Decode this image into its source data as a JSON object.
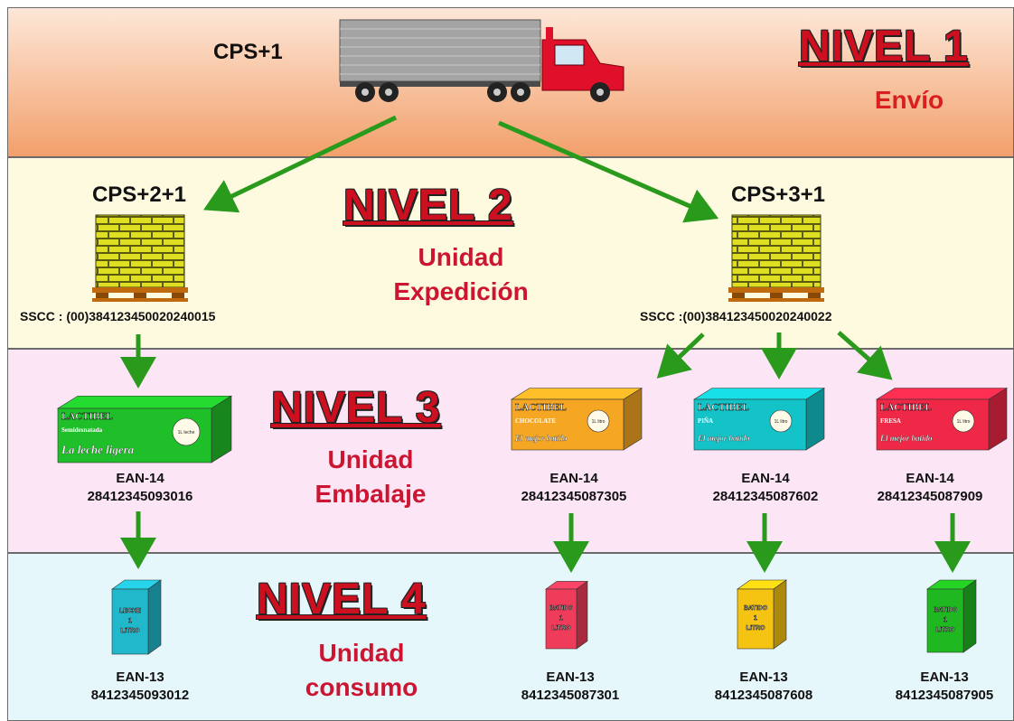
{
  "levels": [
    {
      "title": "NIVEL 1",
      "subtitle": [
        "Envío"
      ]
    },
    {
      "title": "NIVEL 2",
      "subtitle": [
        "Unidad",
        "Expedición"
      ]
    },
    {
      "title": "NIVEL 3",
      "subtitle": [
        "Unidad",
        "Embalaje"
      ]
    },
    {
      "title": "NIVEL 4",
      "subtitle": [
        "Unidad",
        "consumo"
      ]
    }
  ],
  "truck": {
    "label": "CPS+1"
  },
  "pallets": [
    {
      "label": "CPS+2+1",
      "sscc": "SSCC : (00)384123450020240015"
    },
    {
      "label": "CPS+3+1",
      "sscc": "SSCC :(00)384123450020240022"
    }
  ],
  "cases": [
    {
      "type": "EAN-14",
      "code": "28412345093016",
      "brand": "LACTIBEL",
      "line1": "Semidesnatada",
      "line2": "La leche ligera",
      "badge": "1L leche",
      "color": "#1fbf2a"
    },
    {
      "type": "EAN-14",
      "code": "28412345087305",
      "brand": "LACTIBEL",
      "line1": "CHOCOLATE",
      "line2": "El mejor batido",
      "badge": "1L litro",
      "color": "#f5a623"
    },
    {
      "type": "EAN-14",
      "code": "28412345087602",
      "brand": "LACTIBEL",
      "line1": "PIÑA",
      "line2": "El mejor batido",
      "badge": "1L litro",
      "color": "#14c3c8"
    },
    {
      "type": "EAN-14",
      "code": "28412345087909",
      "brand": "LACTIBEL",
      "line1": "FRESA",
      "line2": "El mejor batido",
      "badge": "1L litro",
      "color": "#f02848"
    }
  ],
  "units": [
    {
      "type": "EAN-13",
      "code": "8412345093012",
      "text": [
        "LECHE",
        "1",
        "LITRO"
      ],
      "color": "#21b8cc"
    },
    {
      "type": "EAN-13",
      "code": "8412345087301",
      "text": [
        "BATIDO",
        "1",
        "LITRO"
      ],
      "color": "#ef3c5a"
    },
    {
      "type": "EAN-13",
      "code": "8412345087608",
      "text": [
        "BATIDO",
        "1",
        "LITRO"
      ],
      "color": "#f5c312"
    },
    {
      "type": "EAN-13",
      "code": "8412345087905",
      "text": [
        "BATIDO",
        "1",
        "LITRO"
      ],
      "color": "#20b820"
    }
  ],
  "colors": {
    "arrow": "#2a9a1c",
    "title": "#cc1020",
    "pallet_box": "#d8d81a",
    "pallet_wood": "#c06a10",
    "truck_cab": "#e0102a",
    "trailer": "#9a9a9a"
  }
}
